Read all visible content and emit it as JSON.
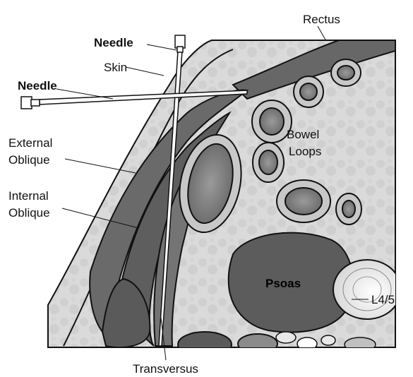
{
  "labels": {
    "rectus": "Rectus",
    "needle_vertical": "Needle",
    "skin": "Skin",
    "needle_horizontal": "Needle",
    "bowel_loops_line1": "Bowel",
    "bowel_loops_line2": "Loops",
    "external_oblique_line1": "External",
    "external_oblique_line2": "Oblique",
    "internal_oblique_line1": "Internal",
    "internal_oblique_line2": "Oblique",
    "psoas": "Psoas",
    "vertebra": "L4/5",
    "transversus": "Transversus"
  },
  "colors": {
    "tissue_fill": "#d9d9d9",
    "fat_texture": "#cfcfcf",
    "muscle_fill": "#676767",
    "muscle_dark": "#4a4a4a",
    "bowel_wall": "#c8c8c8",
    "bowel_lumen": "#7a7a7a",
    "psoas_fill": "#5c5c5c",
    "bone_fill": "#f2f2f2",
    "outline": "#111111",
    "needle_fill": "#ffffff"
  }
}
